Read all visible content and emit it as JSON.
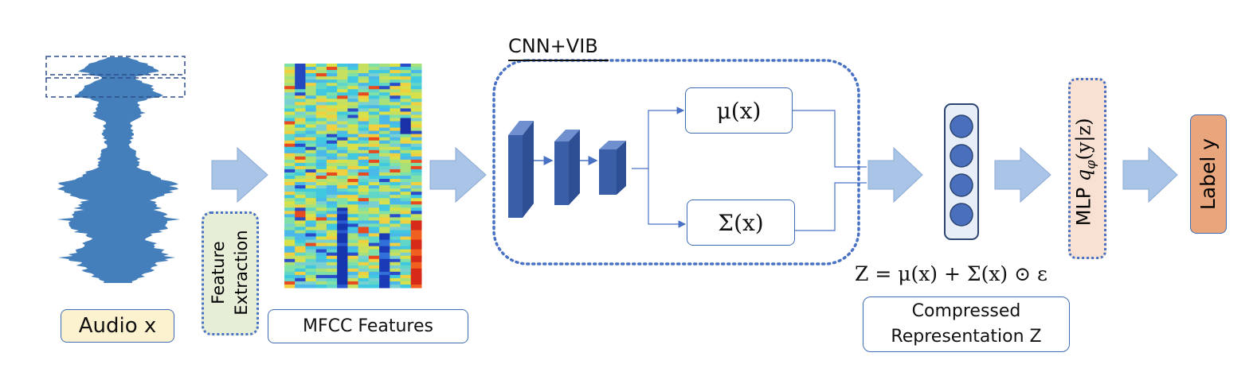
{
  "labels": {
    "audio": "Audio x",
    "feature_extraction_line1": "Feature",
    "feature_extraction_line2": "Extraction",
    "mfcc": "MFCC Features",
    "cnn_vib": "CNN+VIB",
    "mu": "μ(x)",
    "sigma": "Σ(x)",
    "equation": "Z = μ(x) + Σ(x) ⊙ ε",
    "compressed_line1": "Compressed",
    "compressed_line2": "Representation Z",
    "mlp": "MLP",
    "mlp_q": "q",
    "mlp_sub": "φ",
    "mlp_arg": "(y|z)",
    "label": "Label y"
  },
  "colors": {
    "arrow_fill": "#a9c4e6",
    "arrow_stroke": "#8aaad4",
    "dotted_border": "#4a72c4",
    "box_border": "#3e6db3",
    "waveform": "#3a78b8",
    "cnn_block": "#3b5fa6",
    "node_fill": "#4a6fbd",
    "audio_box_fill": "#fdf2cf",
    "feature_box_fill": "#e6eed8",
    "mlp_box_fill": "#f8e1d3",
    "label_box_fill": "#e9a57c"
  }
}
